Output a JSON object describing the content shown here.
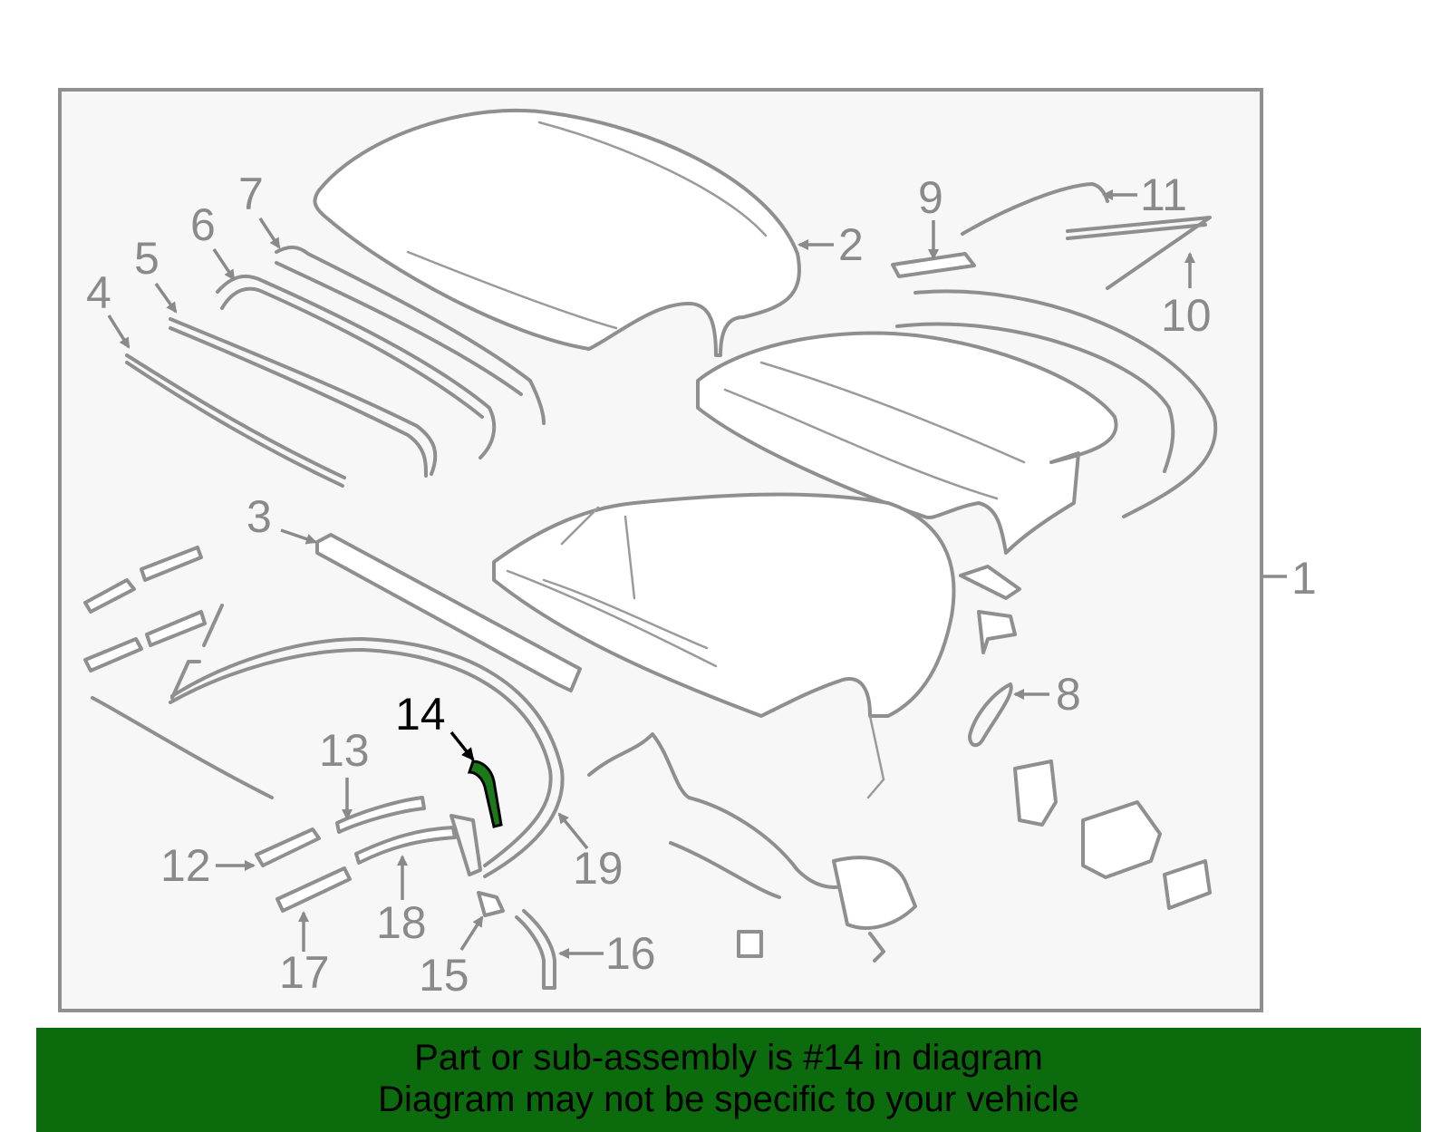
{
  "diagram": {
    "highlight_color": "#1a7a1a",
    "labels": [
      "1",
      "2",
      "3",
      "4",
      "5",
      "6",
      "7",
      "8",
      "9",
      "10",
      "11",
      "12",
      "13",
      "14",
      "15",
      "16",
      "17",
      "18",
      "19"
    ],
    "highlighted_label": "14"
  },
  "banner": {
    "background": "#0c6b0c",
    "line1": "Part or sub-assembly is #14 in diagram",
    "line2": "Diagram may not be specific to your vehicle"
  }
}
